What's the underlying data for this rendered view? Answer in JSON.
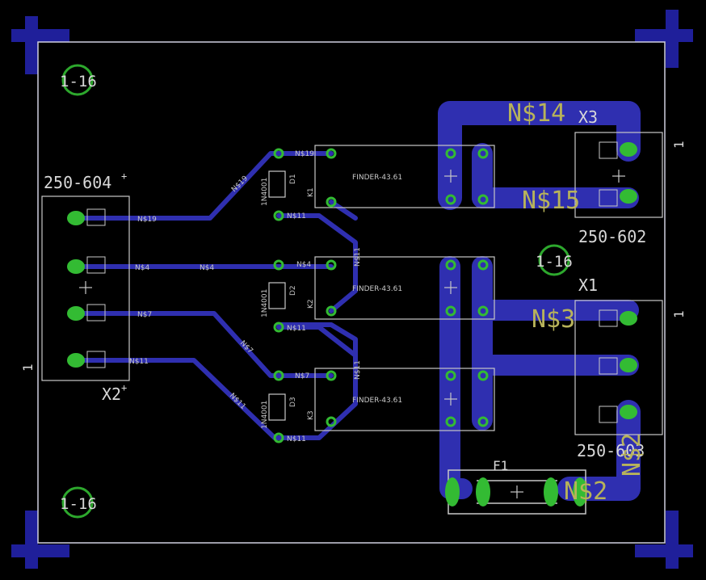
{
  "board": {
    "colors": {
      "background": "#000000",
      "trace": "#3030b0",
      "via": "#3c3",
      "silk": "#c8c8c8",
      "netlabel": "#b8b35a",
      "hole": "#2da82d",
      "outline": "#d0d0e0"
    }
  },
  "mount_holes": [
    "1-16",
    "1-16",
    "1-16"
  ],
  "connectors": {
    "x2": {
      "value": "250-604",
      "name": "X2",
      "pin1": "1"
    },
    "x3": {
      "name": "X3",
      "value": "250-602",
      "pin1": "1"
    },
    "x1": {
      "name": "X1",
      "value": "250-603",
      "pin1": "1"
    }
  },
  "relays": [
    {
      "name": "K1",
      "value": "FINDER-43.61"
    },
    {
      "name": "K2",
      "value": "FINDER-43.61"
    },
    {
      "name": "K3",
      "value": "FINDER-43.61"
    }
  ],
  "diodes": [
    {
      "name": "D1",
      "value": "1N4001"
    },
    {
      "name": "D2",
      "value": "1N4001"
    },
    {
      "name": "D3",
      "value": "1N4001"
    }
  ],
  "fuse": {
    "name": "F1"
  },
  "big_nets": {
    "n14": "N$14",
    "n15": "N$15",
    "n3": "N$3",
    "n2a": "N$2",
    "n2b": "N$2"
  },
  "small_nets": {
    "n19": "N$19",
    "n4": "N$4",
    "n7": "N$7",
    "n11": "N$11"
  }
}
